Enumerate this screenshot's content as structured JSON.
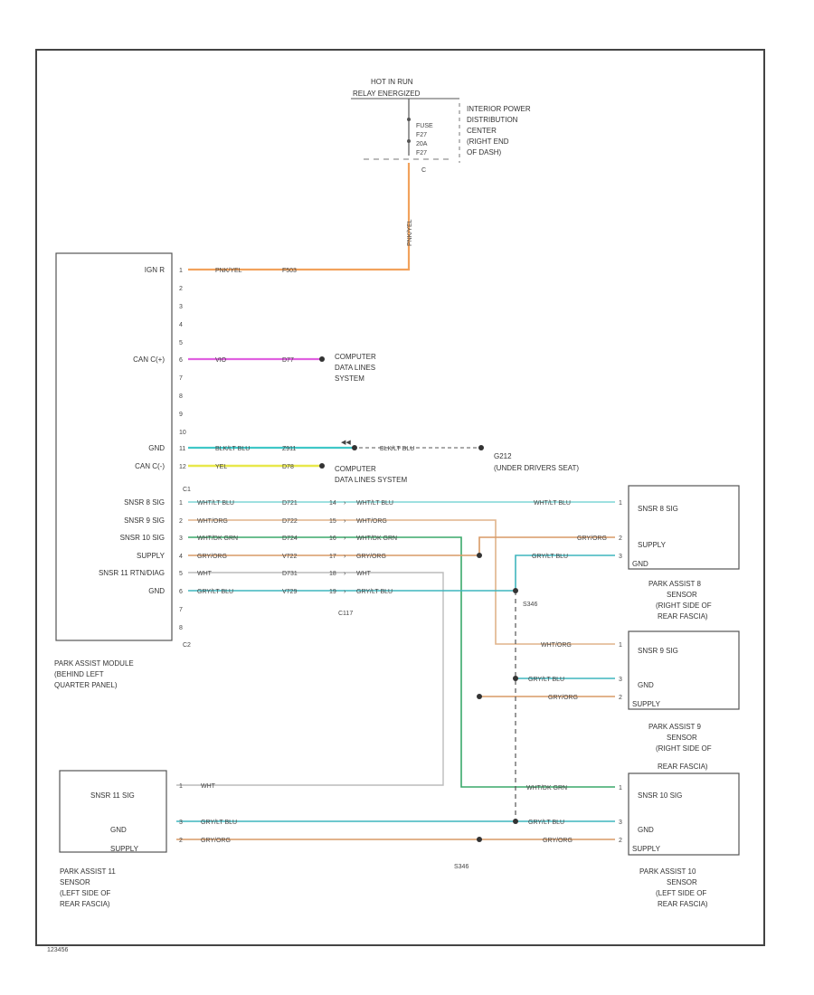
{
  "power": {
    "header_1": "HOT IN RUN",
    "header_2": "RELAY ENERGIZED",
    "fuse_1": "FUSE",
    "fuse_2": "F27",
    "fuse_3": "20A",
    "fuse_4": "F27",
    "fuse_5": "C",
    "center_1": "INTERIOR POWER",
    "center_2": "DISTRIBUTION",
    "center_3": "CENTER",
    "center_4": "(RIGHT END",
    "center_5": "OF DASH)",
    "wire_label": "PNK/YEL"
  },
  "module": {
    "name_1": "PARK ASSIST MODULE",
    "name_2": "(BEHIND LEFT",
    "name_3": "QUARTER PANEL)",
    "pins": [
      {
        "label": "IGN R",
        "num": "1"
      },
      {
        "label": "",
        "num": "2"
      },
      {
        "label": "",
        "num": "3"
      },
      {
        "label": "",
        "num": "4"
      },
      {
        "label": "",
        "num": "5"
      },
      {
        "label": "CAN C(+)",
        "num": "6"
      },
      {
        "label": "",
        "num": "7"
      },
      {
        "label": "",
        "num": "8"
      },
      {
        "label": "",
        "num": "9"
      },
      {
        "label": "",
        "num": "10"
      },
      {
        "label": "GND",
        "num": "11"
      },
      {
        "label": "CAN C(-)",
        "num": "12"
      },
      {
        "label": "SNSR 8 SIG",
        "num": "1"
      },
      {
        "label": "SNSR 9 SIG",
        "num": "2"
      },
      {
        "label": "SNSR 10 SIG",
        "num": "3"
      },
      {
        "label": "SUPPLY",
        "num": "4"
      },
      {
        "label": "SNSR 11 RTN/DIAG",
        "num": "5"
      },
      {
        "label": "GND",
        "num": "6"
      },
      {
        "label": "",
        "num": "7"
      },
      {
        "label": "",
        "num": "8"
      }
    ],
    "conn_c1": "C1",
    "conn_c2": "C2"
  },
  "wires": {
    "ign": {
      "color": "PNK/YEL",
      "circuit": "F503"
    },
    "canp": {
      "color": "VIO",
      "circuit": "D77"
    },
    "gnd1": {
      "color": "BLK/LT BLU",
      "circuit": "Z911",
      "color2": "BLK/LT BLU"
    },
    "canm": {
      "color": "YEL",
      "circuit": "D78"
    },
    "s8": {
      "color": "WHT/LT BLU",
      "circuit": "D721",
      "color2": "WHT/LT BLU",
      "color3": "WHT/LT BLU"
    },
    "s9": {
      "color": "WHT/ORG",
      "circuit": "D722",
      "color2": "WHT/ORG",
      "color3": "WHT/ORG"
    },
    "s10": {
      "color": "WHT/DK GRN",
      "circuit": "D724",
      "color2": "WHT/DK GRN",
      "color3": "WHT/DK GRN"
    },
    "supply": {
      "color": "GRY/ORG",
      "circuit": "V722",
      "color2": "GRY/ORG",
      "color3": "GRY/ORG",
      "color4": "GRY/ORG",
      "color5": "GRY/ORG"
    },
    "s11": {
      "color": "WHT",
      "circuit": "D731",
      "color2": "WHT",
      "color3": "WHT"
    },
    "gnd2": {
      "color": "GRY/LT BLU",
      "circuit": "V729",
      "color2": "GRY/LT BLU",
      "color3": "GRY/LT BLU",
      "color4": "GRY/LT BLU",
      "color5": "GRY/LT BLU"
    }
  },
  "inline": {
    "connector": "C117",
    "pins": [
      "14",
      "15",
      "16",
      "17",
      "18",
      "19"
    ]
  },
  "computer_1": {
    "line_1": "COMPUTER",
    "line_2": "DATA LINES",
    "line_3": "SYSTEM"
  },
  "computer_2": {
    "line_1": "COMPUTER",
    "line_2": "DATA LINES SYSTEM"
  },
  "ground": {
    "name": "G212",
    "location": "(UNDER DRIVERS SEAT)"
  },
  "splices": {
    "s1": "S346",
    "s2": "S346"
  },
  "sensor_8": {
    "pins": [
      "SNSR 8 SIG",
      "SUPPLY",
      "GND"
    ],
    "name": [
      "PARK ASSIST 8",
      "SENSOR",
      "(RIGHT SIDE OF",
      "REAR FASCIA)"
    ]
  },
  "sensor_9": {
    "pins": [
      "SNSR 9 SIG",
      "GND",
      "SUPPLY"
    ],
    "name": [
      "PARK ASSIST 9",
      "SENSOR",
      "(RIGHT SIDE OF",
      "REAR FASCIA)"
    ]
  },
  "sensor_10": {
    "pins": [
      "SNSR 10 SIG",
      "GND",
      "SUPPLY"
    ],
    "name": [
      "PARK ASSIST 10",
      "SENSOR",
      "(LEFT SIDE OF",
      "REAR FASCIA)"
    ]
  },
  "sensor_11": {
    "pins": [
      "SNSR 11 SIG",
      "GND",
      "SUPPLY"
    ],
    "name": [
      "PARK ASSIST 11",
      "SENSOR",
      "(LEFT SIDE OF",
      "REAR FASCIA)"
    ]
  },
  "footer_code": "123456",
  "colors": {
    "pnk_yel": "#f2a25c",
    "vio": "#e060e0",
    "blk_ltblu": "#3fc7c7",
    "yel": "#e8e84a",
    "wht_ltblu": "#7fd6d6",
    "wht_org": "#e0b48a",
    "wht_dkgrn": "#3aa86a",
    "gry_org": "#d99a66",
    "wht": "#bbbbbb",
    "gry_ltblu": "#3fb5bd"
  }
}
